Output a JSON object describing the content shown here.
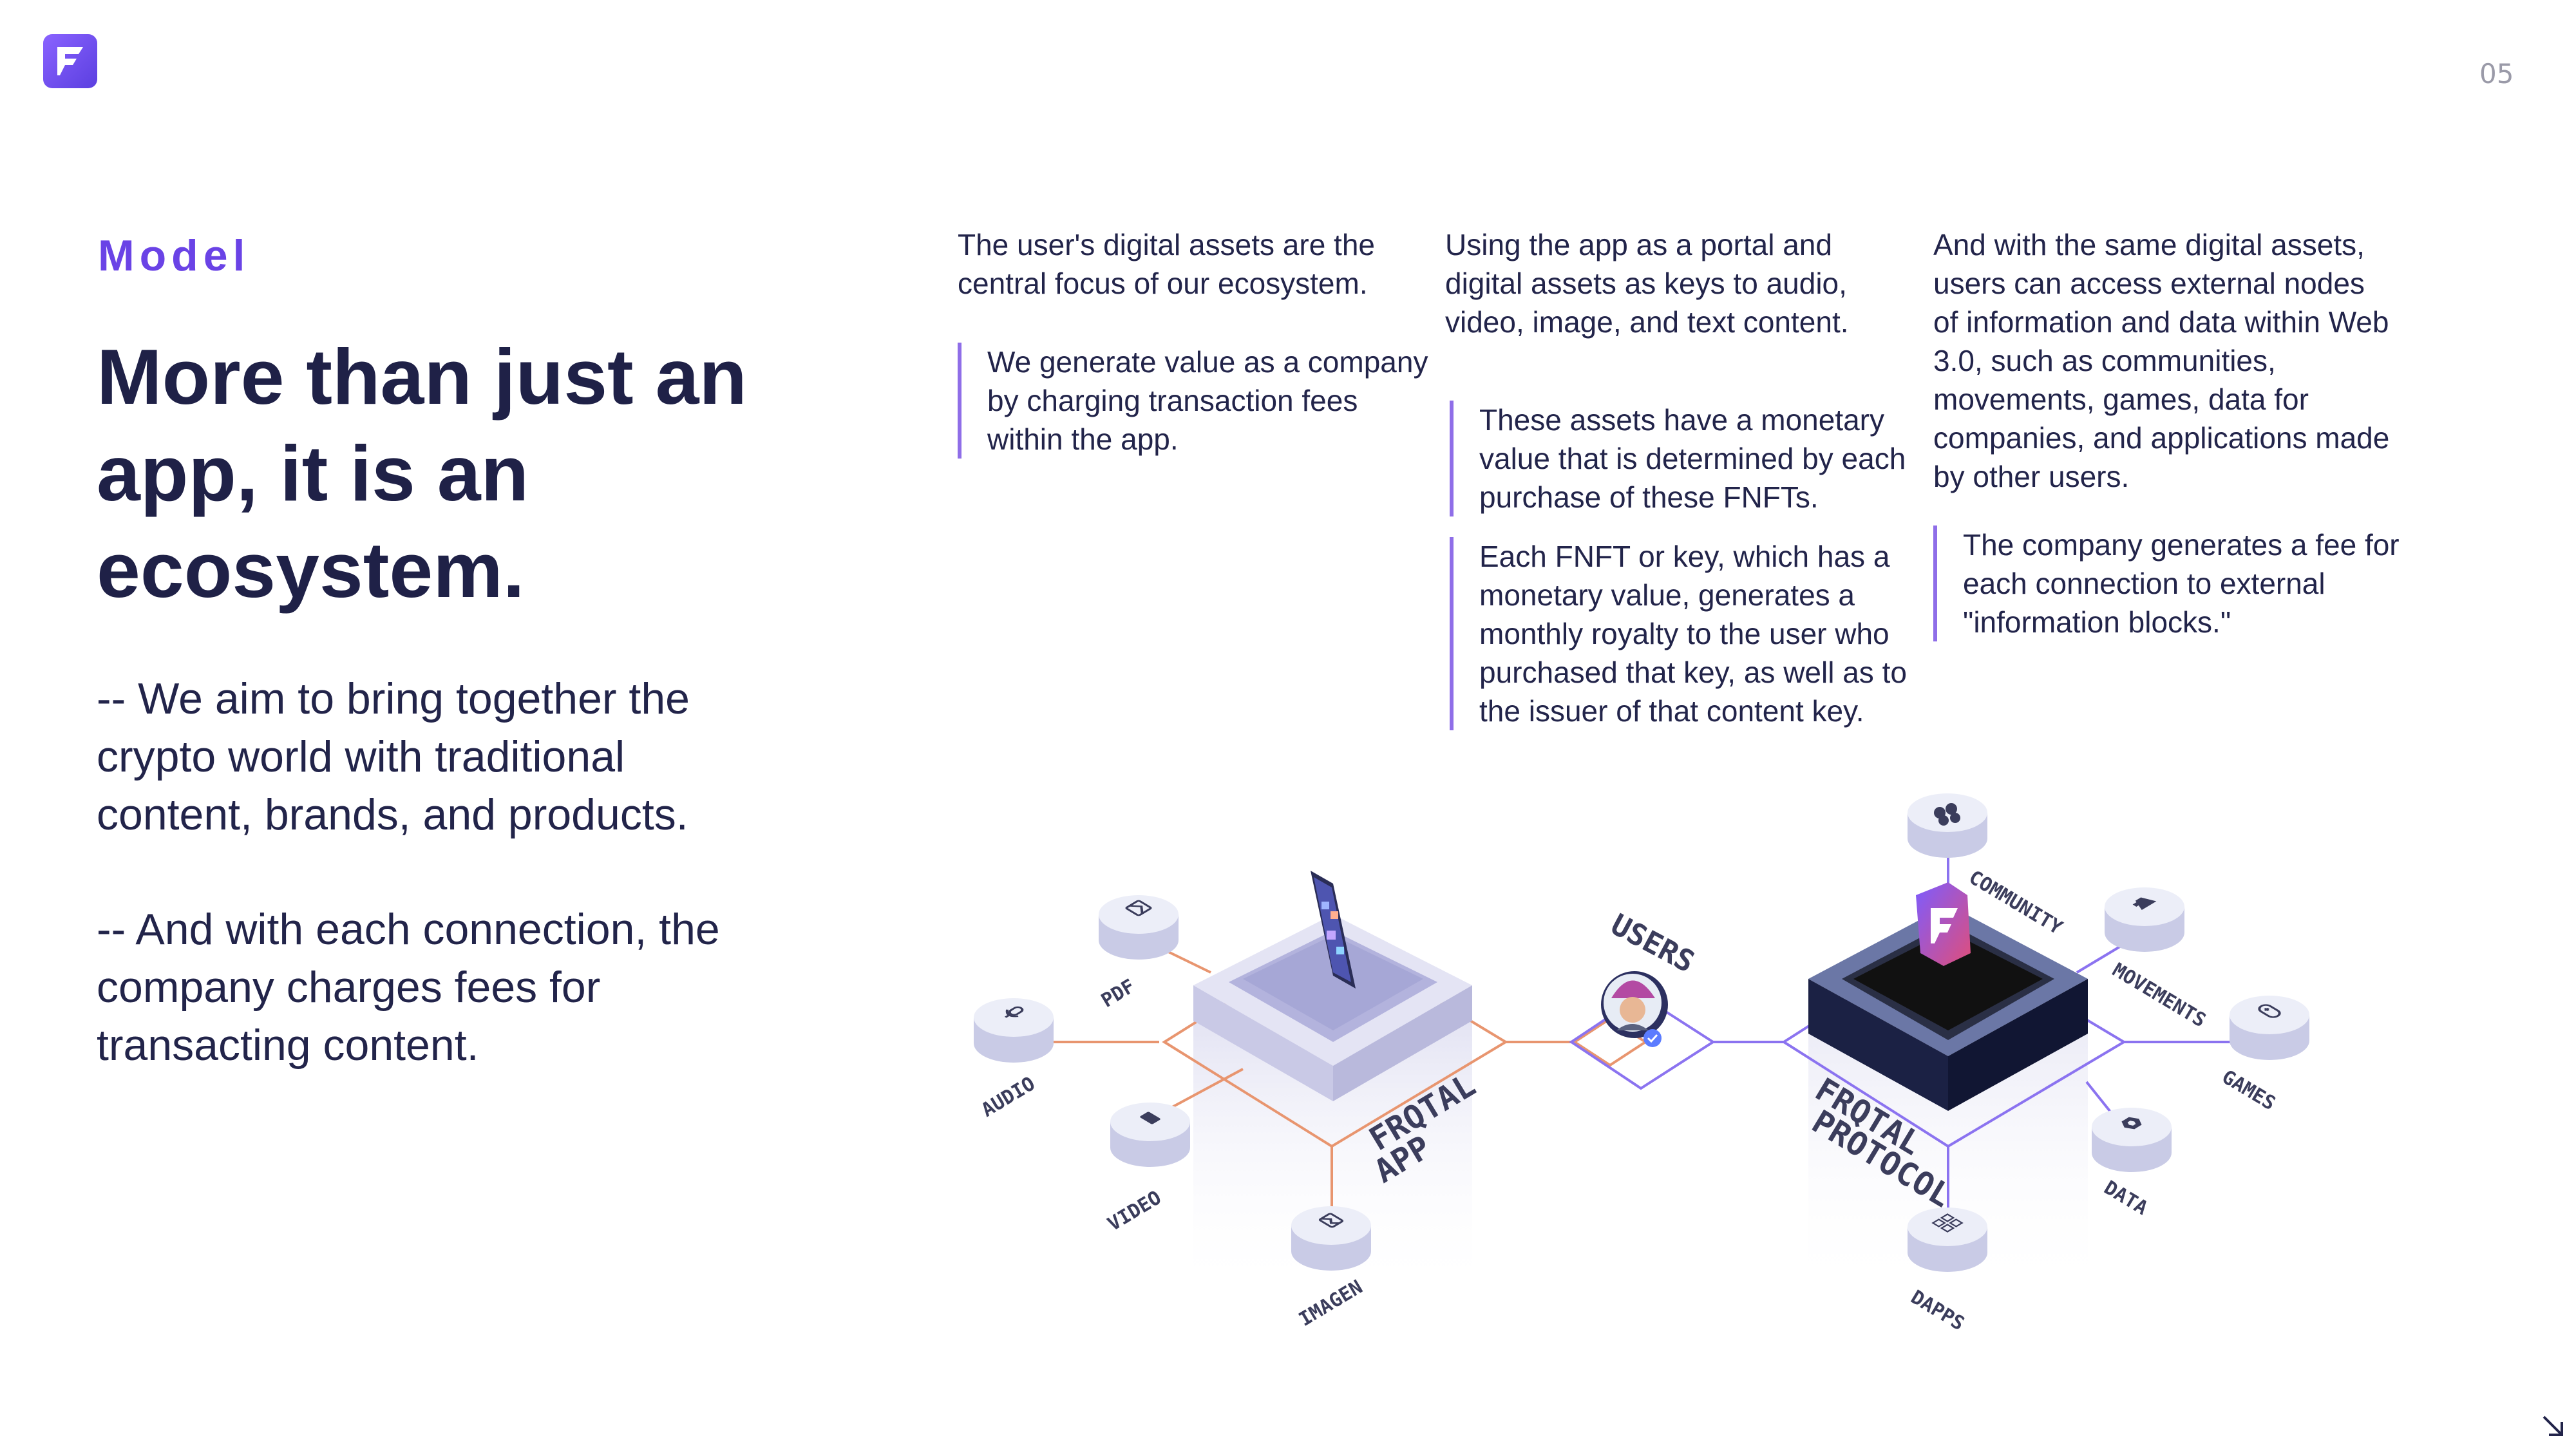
{
  "page_number": "05",
  "section_label": "Model",
  "headline": "More than just an app, it is an ecosystem.",
  "intro_paragraphs": [
    "-- We aim to bring together the crypto world with traditional content, brands, and products.",
    "-- And with each connection, the company charges fees for transacting content."
  ],
  "columns": [
    {
      "text": "The user's digital assets are the central focus of our ecosystem.",
      "quotes": [
        "We generate value as a company by charging transaction fees within the app."
      ]
    },
    {
      "text": "Using the app as a portal and digital assets as keys to audio, video, image, and text content.",
      "quotes": [
        "These assets have a monetary value that is determined by each purchase of these FNFTs.",
        "Each FNFT or key, which has a monetary value, generates a monthly royalty to the user who purchased that key, as well as to the issuer of that content key."
      ]
    },
    {
      "text": "And with the same digital assets, users can access external nodes of information and data within Web 3.0, such as communities, movements, games, data for companies, and applications made by other users.",
      "quotes": [
        "The company generates a fee for each connection to external \"information blocks.\""
      ]
    }
  ],
  "diagram": {
    "app_label_line1": "FRQTAL",
    "app_label_line2": "APP",
    "protocol_label_line1": "FRQTAL",
    "protocol_label_line2": "PROTOCOL",
    "users_label": "USERS",
    "app_nodes": [
      "PDF",
      "AUDIO",
      "VIDEO",
      "IMAGEN"
    ],
    "protocol_nodes": [
      "COMMUNITY",
      "MOVEMENTS",
      "GAMES",
      "DATA",
      "DAPPS"
    ],
    "colors": {
      "app_lines": "#e8956f",
      "protocol_lines": "#8b73f0",
      "accent": "#6a43e6"
    }
  }
}
